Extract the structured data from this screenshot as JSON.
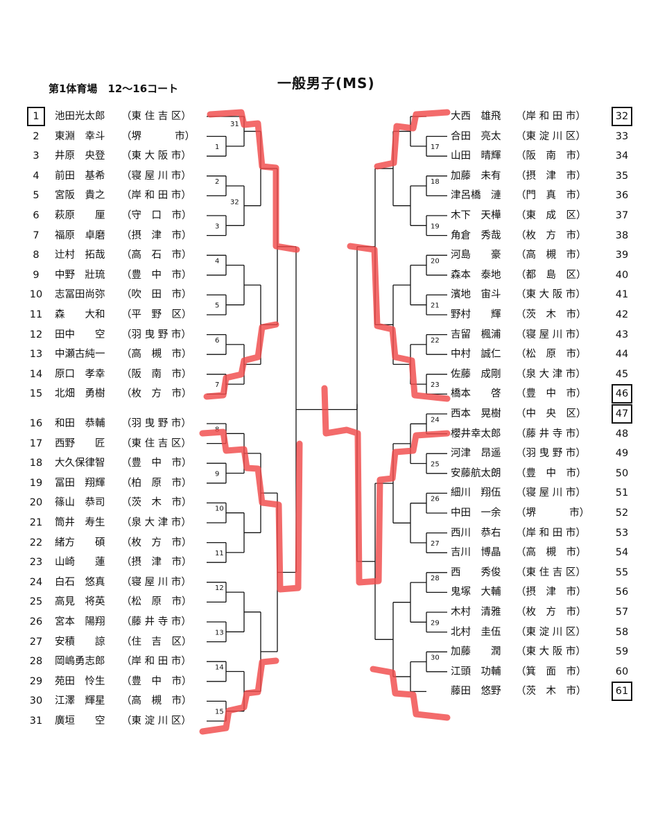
{
  "header": {
    "title": "一般男子(MS)",
    "venue": "第1体育場　12〜16コート"
  },
  "left_players": [
    {
      "num": "1",
      "name": "池田光太郎",
      "aff": "（東 住 吉 区）"
    },
    {
      "num": "2",
      "name": "東淵　幸斗",
      "aff": "（堺　　　 市）"
    },
    {
      "num": "3",
      "name": "井原　央登",
      "aff": "（東 大 阪 市）"
    },
    {
      "num": "4",
      "name": "前田　基希",
      "aff": "（寝 屋 川 市）"
    },
    {
      "num": "5",
      "name": "宮阪　貴之",
      "aff": "（岸 和 田 市）"
    },
    {
      "num": "6",
      "name": "萩原　　厘",
      "aff": "（守　口　市）"
    },
    {
      "num": "7",
      "name": "福原　卓磨",
      "aff": "（摂　津　市）"
    },
    {
      "num": "8",
      "name": "辻村　拓哉",
      "aff": "（高　石　市）"
    },
    {
      "num": "9",
      "name": "中野　壯琉",
      "aff": "（豊　中　市）"
    },
    {
      "num": "10",
      "name": "志冨田尚弥",
      "aff": "（吹　田　市）"
    },
    {
      "num": "11",
      "name": "森　　大和",
      "aff": "（平　野　区）"
    },
    {
      "num": "12",
      "name": "田中　　空",
      "aff": "（羽 曳 野 市）"
    },
    {
      "num": "13",
      "name": "中瀬古純一",
      "aff": "（高　槻　市）"
    },
    {
      "num": "14",
      "name": "原口　孝幸",
      "aff": "（阪　南　市）"
    },
    {
      "num": "15",
      "name": "北畑　勇樹",
      "aff": "（枚　方　市）"
    },
    {
      "num": "16",
      "name": "和田　恭輔",
      "aff": "（羽 曳 野 市）"
    },
    {
      "num": "17",
      "name": "西野　　匠",
      "aff": "（東 住 吉 区）"
    },
    {
      "num": "18",
      "name": "大久保律智",
      "aff": "（豊　中　市）"
    },
    {
      "num": "19",
      "name": "冨田　翔輝",
      "aff": "（柏　原　市）"
    },
    {
      "num": "20",
      "name": "篠山　恭司",
      "aff": "（茨　木　市）"
    },
    {
      "num": "21",
      "name": "筒井　寿生",
      "aff": "（泉 大 津 市）"
    },
    {
      "num": "22",
      "name": "緒方　　碩",
      "aff": "（枚　方　市）"
    },
    {
      "num": "23",
      "name": "山崎　　蓮",
      "aff": "（摂　津　市）"
    },
    {
      "num": "24",
      "name": "白石　悠真",
      "aff": "（寝 屋 川 市）"
    },
    {
      "num": "25",
      "name": "高見　将英",
      "aff": "（松　原　市）"
    },
    {
      "num": "26",
      "name": "宮本　陽翔",
      "aff": "（藤 井 寺 市）"
    },
    {
      "num": "27",
      "name": "安積　　諒",
      "aff": "（住　吉　区）"
    },
    {
      "num": "28",
      "name": "岡嶋勇志郎",
      "aff": "（岸 和 田 市）"
    },
    {
      "num": "29",
      "name": "苑田　怜生",
      "aff": "（豊　中　市）"
    },
    {
      "num": "30",
      "name": "江澤　輝星",
      "aff": "（高　槻　市）"
    },
    {
      "num": "31",
      "name": "廣垣　　空",
      "aff": "（東 淀 川 区）"
    }
  ],
  "right_players": [
    {
      "num": "32",
      "name": "大西　雄飛",
      "aff": "（岸 和 田 市）"
    },
    {
      "num": "33",
      "name": "合田　亮太",
      "aff": "（東 淀 川 区）"
    },
    {
      "num": "34",
      "name": "山田　晴輝",
      "aff": "（阪　南　市）"
    },
    {
      "num": "35",
      "name": "加藤　未有",
      "aff": "（摂　津　市）"
    },
    {
      "num": "36",
      "name": "津呂橋　漣",
      "aff": "（門　真　市）"
    },
    {
      "num": "37",
      "name": "木下　天樺",
      "aff": "（東　成　区）"
    },
    {
      "num": "38",
      "name": "角倉　秀哉",
      "aff": "（枚　方　市）"
    },
    {
      "num": "39",
      "name": "河島　　豪",
      "aff": "（高　槻　市）"
    },
    {
      "num": "40",
      "name": "森本　泰地",
      "aff": "（都　島　区）"
    },
    {
      "num": "41",
      "name": "濱地　宙斗",
      "aff": "（東 大 阪 市）"
    },
    {
      "num": "42",
      "name": "野村　　輝",
      "aff": "（茨　木　市）"
    },
    {
      "num": "43",
      "name": "吉留　楓浦",
      "aff": "（寝 屋 川 市）"
    },
    {
      "num": "44",
      "name": "中村　誠仁",
      "aff": "（松　原　市）"
    },
    {
      "num": "45",
      "name": "佐藤　成剛",
      "aff": "（泉 大 津 市）"
    },
    {
      "num": "46",
      "name": "橋本　　啓",
      "aff": "（豊　中　市）"
    },
    {
      "num": "47",
      "name": "西本　晃樹",
      "aff": "（中　央　区）"
    },
    {
      "num": "48",
      "name": "櫻井幸太郎",
      "aff": "（藤 井 寺 市）"
    },
    {
      "num": "49",
      "name": "河津　昂遥",
      "aff": "（羽 曳 野 市）"
    },
    {
      "num": "50",
      "name": "安藤航太朗",
      "aff": "（豊　中　市）"
    },
    {
      "num": "51",
      "name": "細川　翔伍",
      "aff": "（寝 屋 川 市）"
    },
    {
      "num": "52",
      "name": "中田　一余",
      "aff": "（堺　　　 市）"
    },
    {
      "num": "53",
      "name": "西川　恭右",
      "aff": "（岸 和 田 市）"
    },
    {
      "num": "54",
      "name": "吉川　博晶",
      "aff": "（高　槻　市）"
    },
    {
      "num": "55",
      "name": "西　　秀俊",
      "aff": "（東 住 吉 区）"
    },
    {
      "num": "56",
      "name": "鬼塚　大輔",
      "aff": "（摂　津　市）"
    },
    {
      "num": "57",
      "name": "木村　清雅",
      "aff": "（枚　方　市）"
    },
    {
      "num": "58",
      "name": "北村　圭伍",
      "aff": "（東 淀 川 区）"
    },
    {
      "num": "59",
      "name": "加藤　　潤",
      "aff": "（東 大 阪 市）"
    },
    {
      "num": "60",
      "name": "江頭　功輔",
      "aff": "（箕　面　市）"
    },
    {
      "num": "61",
      "name": "藤田　悠野",
      "aff": "（茨　木　市）"
    }
  ],
  "seeds": [
    "1",
    "32",
    "46",
    "47",
    "61"
  ],
  "match_labels": [
    "1",
    "2",
    "3",
    "4",
    "5",
    "6",
    "7",
    "8",
    "9",
    "10",
    "11",
    "12",
    "13",
    "14",
    "15",
    "17",
    "18",
    "19",
    "20",
    "21",
    "22",
    "23",
    "24",
    "25",
    "26",
    "27",
    "28",
    "29",
    "30",
    "31",
    "32"
  ],
  "colors": {
    "ink": "#111111",
    "highlight": "#f04a4a"
  }
}
